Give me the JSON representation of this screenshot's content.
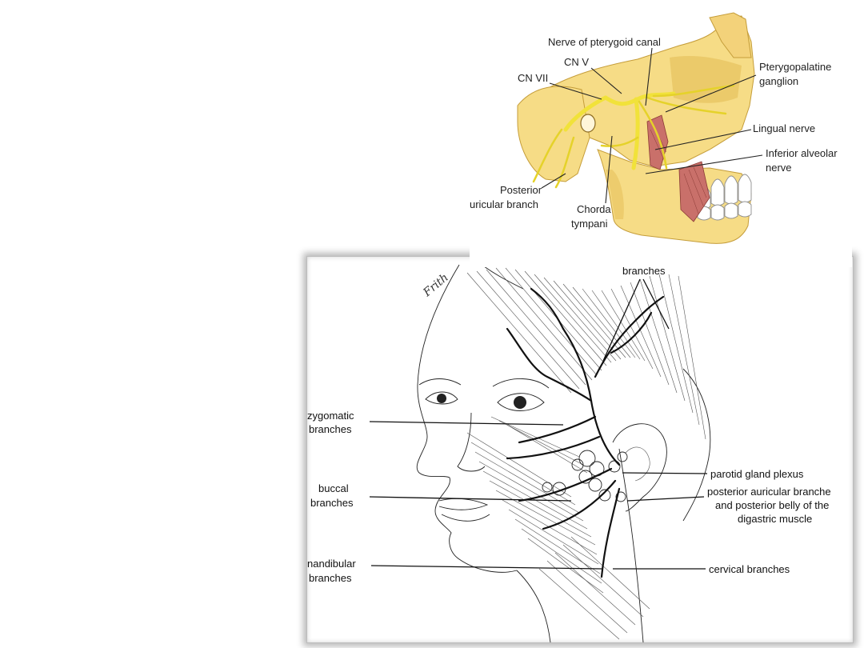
{
  "skull_diagram": {
    "labels": {
      "pterygoid_canal": "Nerve of pterygoid canal",
      "cn_v": "CN V",
      "cn_vii": "CN VII",
      "pterygopalatine_line1": "Pterygopalatine",
      "pterygopalatine_line2": "ganglion",
      "lingual": "Lingual nerve",
      "inferior_alveolar_line1": "Inferior alveolar",
      "inferior_alveolar_line2": "nerve",
      "posterior_line1": "Posterior",
      "posterior_line2": "uricular branch",
      "chorda_line1": "Chorda",
      "chorda_line2": "tympani"
    },
    "colors": {
      "bone": "#f6dc86",
      "bone_shade": "#e7c25e",
      "nerve": "#f1e23a",
      "muscle": "#c9706a"
    }
  },
  "face_diagram": {
    "labels": {
      "top_branches": "branches",
      "signature": "Frith",
      "zygomatic_line1": "zygomatic",
      "zygomatic_line2": "branches",
      "buccal_line1": "buccal",
      "buccal_line2": "branches",
      "mandibular_line1": "nandibular",
      "mandibular_line2": "branches",
      "parotid": "parotid gland plexus",
      "posterior_line1": "posterior auricular branche",
      "posterior_line2": "and posterior belly of the",
      "posterior_line3": "digastric muscle",
      "cervical": "cervical branches"
    }
  }
}
